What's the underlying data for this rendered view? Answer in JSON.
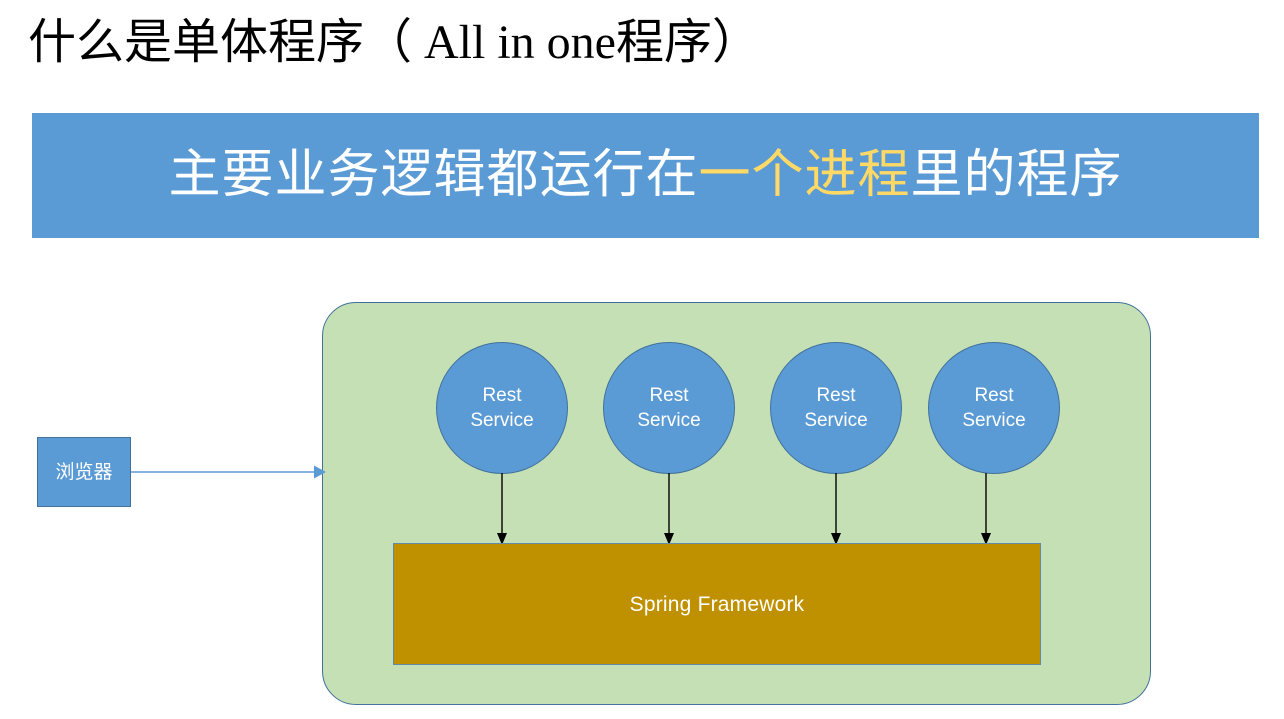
{
  "slide": {
    "title": "什么是单体程序（ All in one程序）",
    "banner": {
      "text_before": "主要业务逻辑都运行在",
      "text_highlight": "一个进程",
      "text_after": "里的程序",
      "background_color": "#5B9BD5",
      "text_color": "#FFFFFF",
      "highlight_color": "#FFD966"
    }
  },
  "diagram": {
    "browser": {
      "label": "浏览器",
      "fill_color": "#5B9BD5",
      "border_color": "#41719C",
      "text_color": "#FFFFFF"
    },
    "browser_arrow": {
      "name": "request-arrow",
      "color": "#5B9BD5"
    },
    "process_container": {
      "name": "single-process-container",
      "fill_color": "#C5E0B4",
      "border_color": "#41719C"
    },
    "services": [
      {
        "line1": "Rest",
        "line2": "Service"
      },
      {
        "line1": "Rest",
        "line2": "Service"
      },
      {
        "line1": "Rest",
        "line2": "Service"
      },
      {
        "line1": "Rest",
        "line2": "Service"
      }
    ],
    "service_style": {
      "fill_color": "#5B9BD5",
      "border_color": "#41719C",
      "text_color": "#FFFFFF"
    },
    "connector_arrows": {
      "count": 4,
      "color": "#000000"
    },
    "framework": {
      "label": "Spring Framework",
      "fill_color": "#BF9000",
      "border_color": "#5E8BA8",
      "text_color": "#FFFFFF"
    }
  }
}
